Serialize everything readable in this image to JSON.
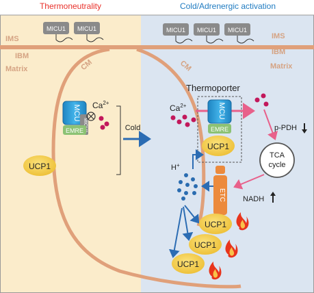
{
  "headings": {
    "left": "Thermoneutrality",
    "right": "Cold/Adrenergic activation"
  },
  "colors": {
    "left_heading": "#e8302a",
    "right_heading": "#1f7bc1",
    "left_panel": "#fbeccb",
    "right_panel": "#dbe5f1",
    "membrane": "#e0a07a",
    "mcu": "#2d9fd8",
    "emre": "#8cc274",
    "ucp1": "#f4d04a",
    "etc": "#ec8a3c",
    "calcium": "#c2185b",
    "proton": "#2a6cb0",
    "arrow_pink": "#e8608a",
    "arrow_blue": "#2b6cb3"
  },
  "compartments": {
    "ims": "IMS",
    "ibm": "IBM",
    "matrix": "Matrix",
    "cm": "CM"
  },
  "proteins": {
    "micu1": "MICU1",
    "mcu": "MCU",
    "emre": "EMRE",
    "ucp1": "UCP1",
    "etc": "ETC"
  },
  "labels": {
    "calcium": "Ca",
    "calcium_charge": "2+",
    "proton": "H",
    "proton_charge": "+",
    "cold": "Cold",
    "thermoporter": "Thermoporter",
    "tca_line1": "TCA",
    "tca_line2": "cycle",
    "ppdh": "p-PDH",
    "nadh": "NADH"
  },
  "icons": [
    "flame-icon",
    "inhibit-icon",
    "up-arrow-icon",
    "down-arrow-icon"
  ]
}
